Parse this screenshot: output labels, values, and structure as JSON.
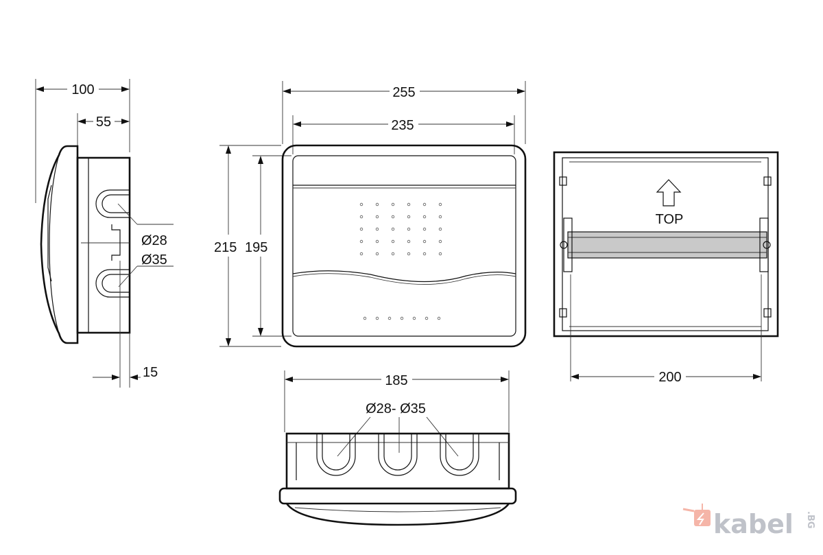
{
  "side_view": {
    "dim_depth": "100",
    "dim_body": "55",
    "hole_small": "Ø28",
    "hole_large": "Ø35",
    "dim_flange": "15"
  },
  "front_view": {
    "dim_outer_width": "255",
    "dim_inner_width": "235",
    "dim_outer_height": "215",
    "dim_inner_height": "195"
  },
  "rear_view": {
    "label_top": "TOP",
    "dim_width": "200"
  },
  "bottom_view": {
    "dim_width": "185",
    "holes": "Ø28- Ø35"
  },
  "watermark": {
    "brand": "kabel",
    "suffix": ".BG",
    "accent": "#f4a99a"
  }
}
